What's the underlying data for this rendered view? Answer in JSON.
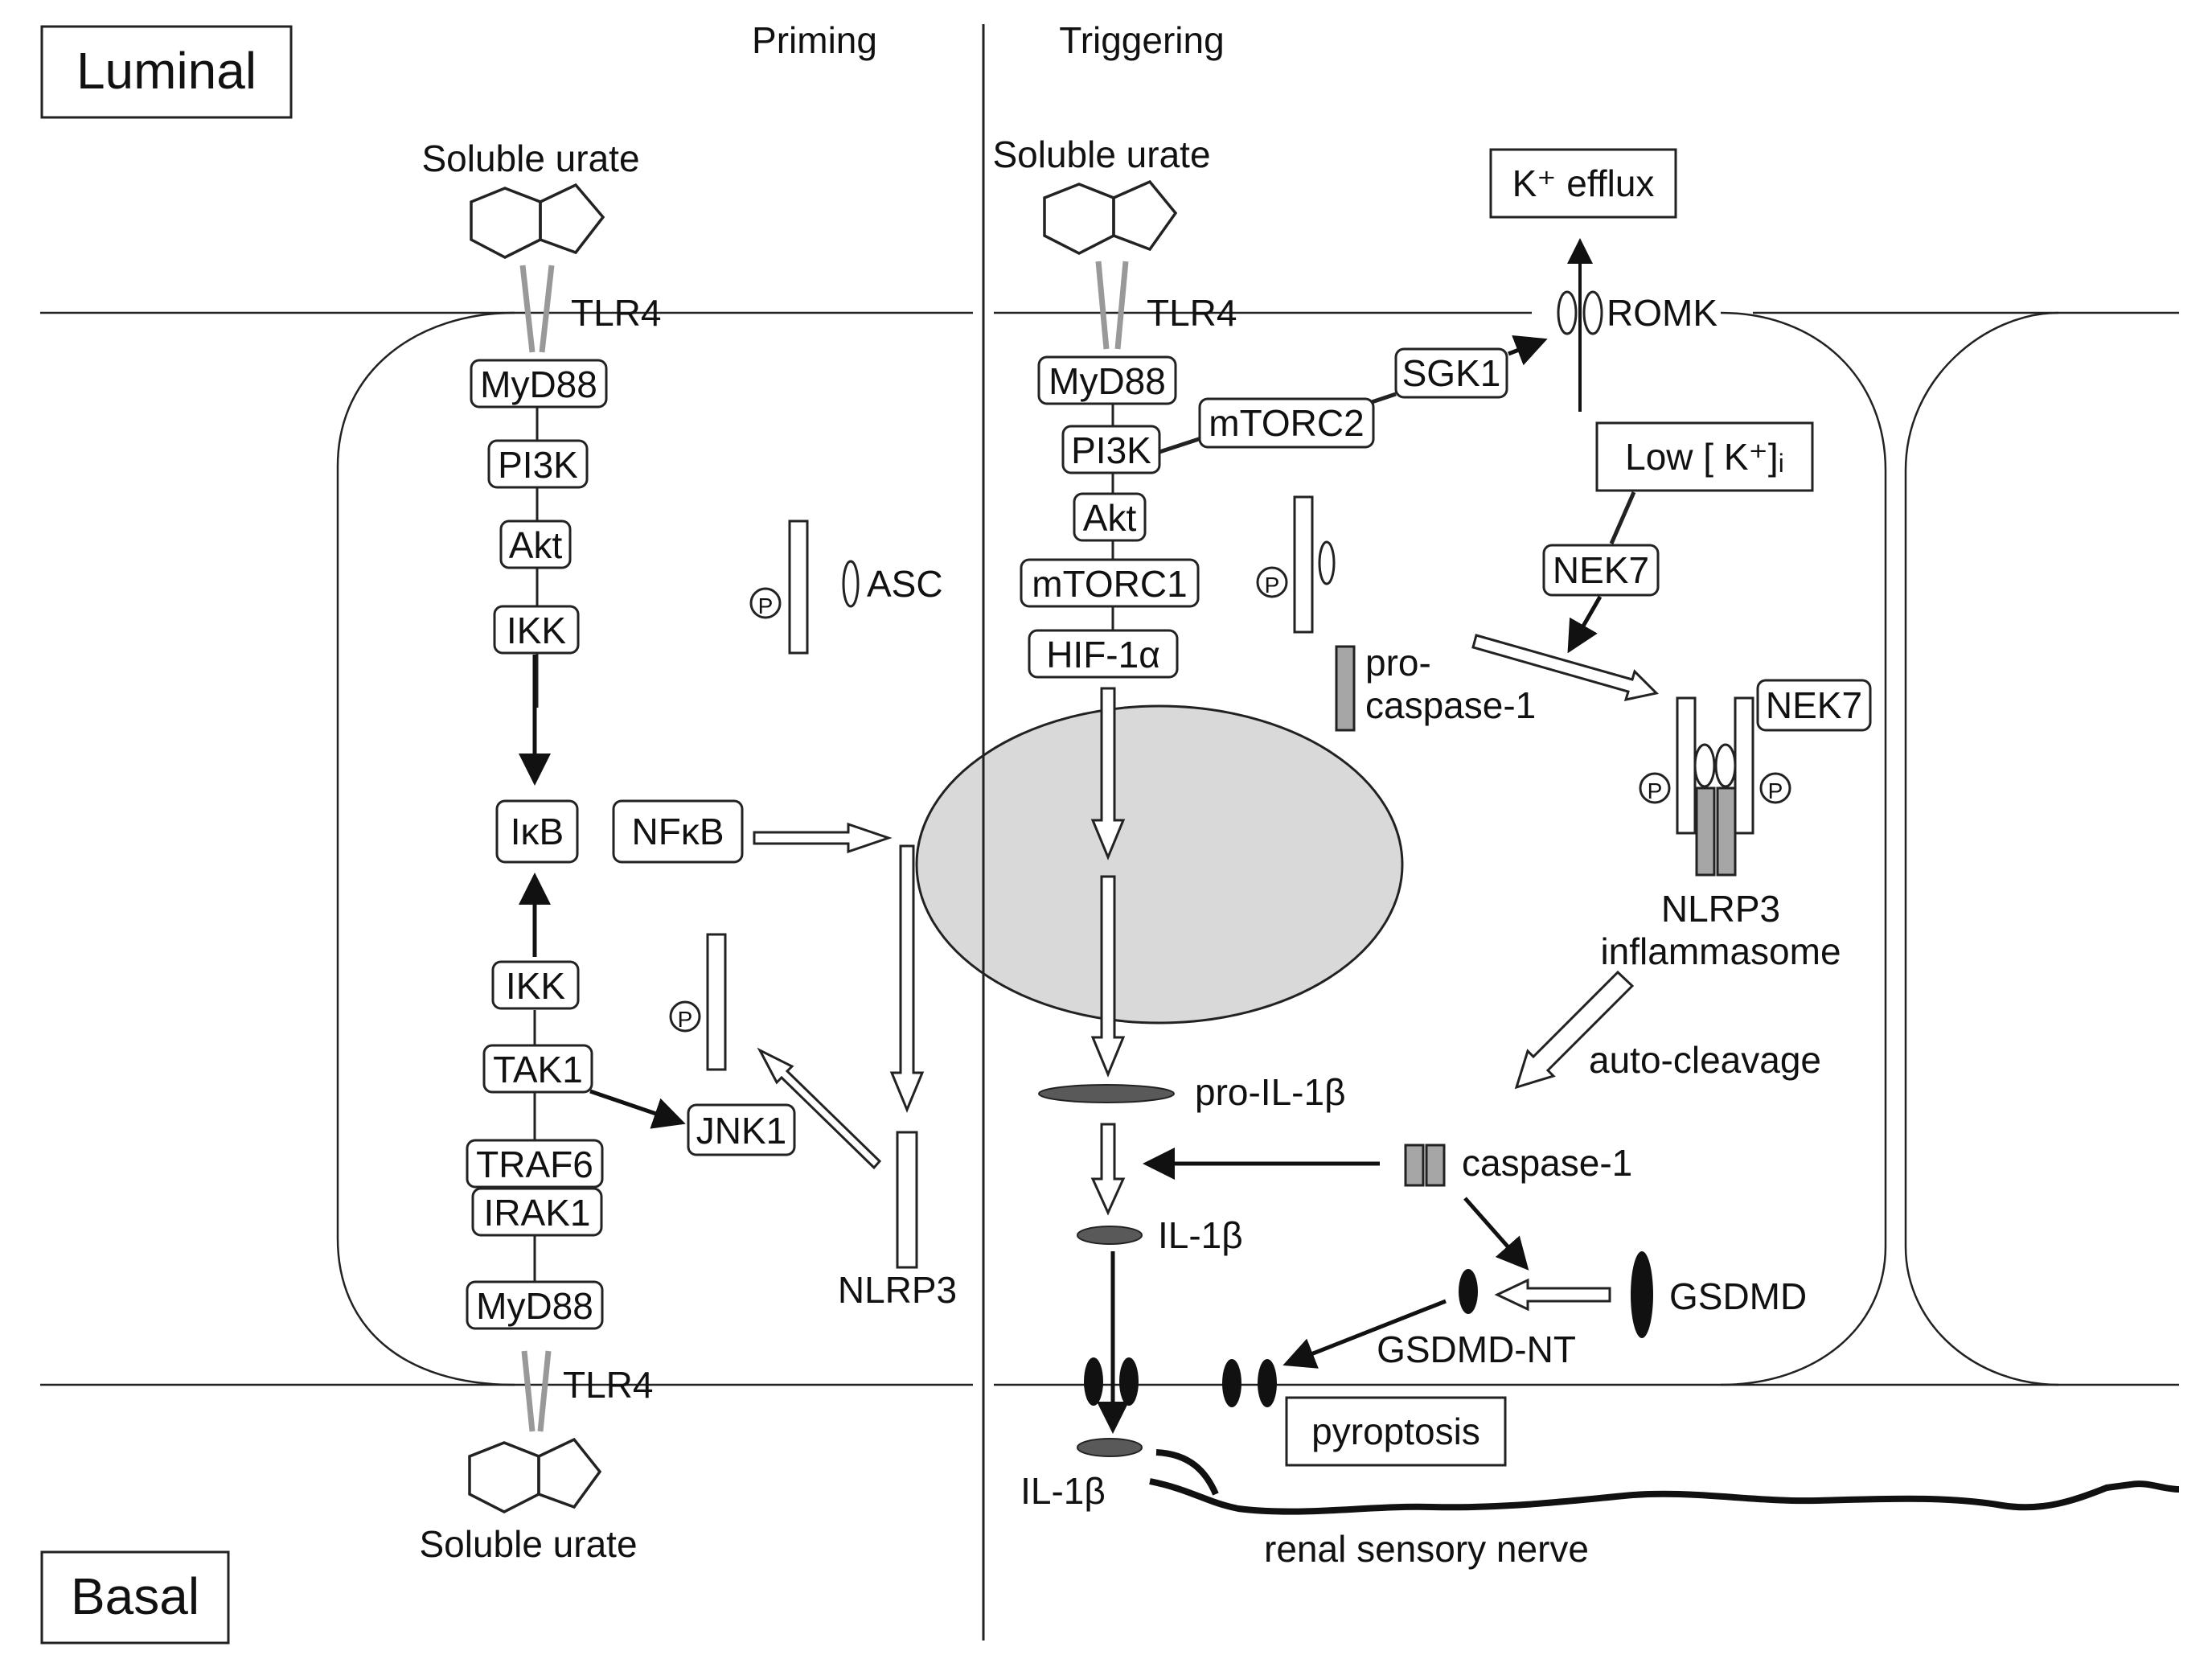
{
  "regions": {
    "luminal": "Luminal",
    "basal": "Basal"
  },
  "phases": {
    "priming": "Priming",
    "triggering": "Triggering"
  },
  "priming": {
    "top_ligand": "Soluble urate",
    "top_receptor": "TLR4",
    "top_chain": [
      "MyD88",
      "PI3K",
      "Akt",
      "IKK"
    ],
    "ikb": "IκB",
    "nfkb": "NFκB",
    "bottom_chain": [
      "IKK",
      "TAK1",
      "TRAF6",
      "IRAK1",
      "MyD88"
    ],
    "bottom_receptor": "TLR4",
    "bottom_ligand": "Soluble urate",
    "jnk1": "JNK1",
    "asc": "ASC",
    "p_mark": "P",
    "nlrp3": "NLRP3"
  },
  "triggering": {
    "top_ligand": "Soluble urate",
    "top_receptor": "TLR4",
    "chain": [
      "MyD88",
      "PI3K",
      "Akt",
      "mTORC1",
      "HIF-1α"
    ],
    "mtorc2": "mTORC2",
    "sgk1": "SGK1",
    "romk": "ROMK",
    "k_efflux": "K⁺ efflux",
    "low_k": "Low [ K⁺]ᵢ",
    "nek7_free": "NEK7",
    "nek7_bound": "NEK7",
    "pro_caspase_1": "pro-\ncaspase-1",
    "inflammasome": "NLRP3\ninflammasome",
    "auto_cleavage": "auto-cleavage",
    "pro_il1b": "pro-IL-1β",
    "caspase_1": "caspase-1",
    "il1b_inner": "IL-1β",
    "gsdmd": "GSDMD",
    "gsdmd_nt": "GSDMD-NT",
    "pyroptosis": "pyroptosis",
    "il1b_out": "IL-1β",
    "nerve": "renal sensory nerve"
  },
  "colors": {
    "nucleus_fill": "#d9d9d9",
    "gray_part": "#a6a6a6",
    "dark_oval": "#595959"
  }
}
